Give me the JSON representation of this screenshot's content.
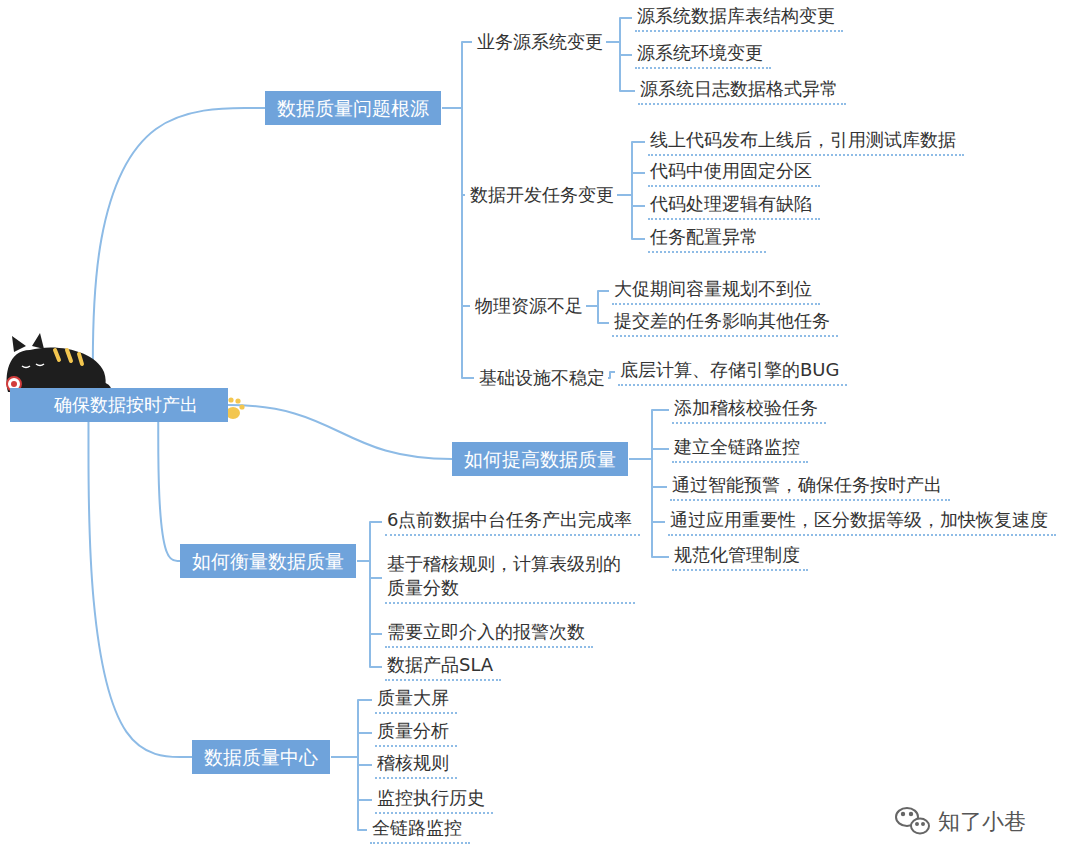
{
  "diagram": {
    "nodes": [
      {
        "text": [
          "确保数据按时产出"
        ]
      },
      {
        "text": [
          "数据质量问题根源"
        ]
      },
      {
        "text": [
          "业务源系统变更"
        ]
      },
      {
        "text": [
          "源系统数据库表结构变更"
        ]
      },
      {
        "text": [
          "源系统环境变更"
        ]
      },
      {
        "text": [
          "源系统日志数据格式异常"
        ]
      },
      {
        "text": [
          "数据开发任务变更"
        ]
      },
      {
        "text": [
          "线上代码发布上线后，引用测试库数据"
        ]
      },
      {
        "text": [
          "代码中使用固定分区"
        ]
      },
      {
        "text": [
          "代码处理逻辑有缺陷"
        ]
      },
      {
        "text": [
          "任务配置异常"
        ]
      },
      {
        "text": [
          "物理资源不足"
        ]
      },
      {
        "text": [
          "大促期间容量规划不到位"
        ]
      },
      {
        "text": [
          "提交差的任务影响其他任务"
        ]
      },
      {
        "text": [
          "基础设施不稳定"
        ]
      },
      {
        "text": [
          "底层计算、存储引擎的BUG"
        ]
      },
      {
        "text": [
          "如何提高数据质量"
        ]
      },
      {
        "text": [
          "添加稽核校验任务"
        ]
      },
      {
        "text": [
          "建立全链路监控"
        ]
      },
      {
        "text": [
          "通过智能预警，确保任务按时产出"
        ]
      },
      {
        "text": [
          "通过应用重要性，区分数据等级，加快恢复速度"
        ]
      },
      {
        "text": [
          "规范化管理制度"
        ]
      },
      {
        "text": [
          "如何衡量数据质量"
        ]
      },
      {
        "text": [
          "6点前数据中台任务产出完成率"
        ]
      },
      {
        "text": [
          "基于稽核规则，计算表级别的质量分数"
        ]
      },
      {
        "text": [
          "需要立即介入的报警次数"
        ]
      },
      {
        "text": [
          "数据产品SLA"
        ]
      },
      {
        "text": [
          "数据质量中心"
        ]
      },
      {
        "text": [
          "质量大屏"
        ]
      },
      {
        "text": [
          "质量分析"
        ]
      },
      {
        "text": [
          "稽核规则"
        ]
      },
      {
        "text": [
          "监控执行历史"
        ]
      },
      {
        "text": [
          "全链路监控"
        ]
      }
    ],
    "edges": [
      {
        "from": 0,
        "to": 1,
        "arrow": "none"
      },
      {
        "from": 0,
        "to": 16,
        "arrow": "none"
      },
      {
        "from": 0,
        "to": 22,
        "arrow": "none"
      },
      {
        "from": 0,
        "to": 27,
        "arrow": "none"
      },
      {
        "from": 1,
        "to": 2,
        "arrow": "none"
      },
      {
        "from": 1,
        "to": 6,
        "arrow": "none"
      },
      {
        "from": 1,
        "to": 11,
        "arrow": "none"
      },
      {
        "from": 1,
        "to": 14,
        "arrow": "none"
      },
      {
        "from": 2,
        "to": 3,
        "arrow": "none"
      },
      {
        "from": 2,
        "to": 4,
        "arrow": "none"
      },
      {
        "from": 2,
        "to": 5,
        "arrow": "none"
      },
      {
        "from": 6,
        "to": 7,
        "arrow": "none"
      },
      {
        "from": 6,
        "to": 8,
        "arrow": "none"
      },
      {
        "from": 6,
        "to": 9,
        "arrow": "none"
      },
      {
        "from": 6,
        "to": 10,
        "arrow": "none"
      },
      {
        "from": 11,
        "to": 12,
        "arrow": "none"
      },
      {
        "from": 11,
        "to": 13,
        "arrow": "none"
      },
      {
        "from": 14,
        "to": 15,
        "arrow": "none"
      },
      {
        "from": 16,
        "to": 17,
        "arrow": "none"
      },
      {
        "from": 16,
        "to": 18,
        "arrow": "none"
      },
      {
        "from": 16,
        "to": 19,
        "arrow": "none"
      },
      {
        "from": 16,
        "to": 20,
        "arrow": "none"
      },
      {
        "from": 16,
        "to": 21,
        "arrow": "none"
      },
      {
        "from": 22,
        "to": 23,
        "arrow": "none"
      },
      {
        "from": 22,
        "to": 24,
        "arrow": "none"
      },
      {
        "from": 22,
        "to": 25,
        "arrow": "none"
      },
      {
        "from": 22,
        "to": 26,
        "arrow": "none"
      },
      {
        "from": 27,
        "to": 28,
        "arrow": "none"
      },
      {
        "from": 27,
        "to": 29,
        "arrow": "none"
      },
      {
        "from": 27,
        "to": 30,
        "arrow": "none"
      },
      {
        "from": 27,
        "to": 31,
        "arrow": "none"
      },
      {
        "from": 27,
        "to": 32,
        "arrow": "none"
      }
    ],
    "labels": [
      "知了小巷"
    ]
  }
}
